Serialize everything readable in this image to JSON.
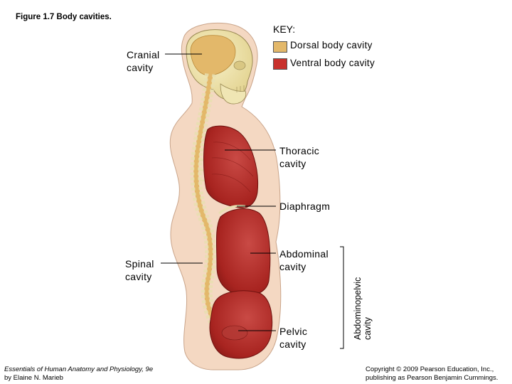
{
  "figure_title": "Figure 1.7 Body cavities.",
  "key": {
    "title": "KEY:",
    "items": [
      {
        "label": "Dorsal body cavity",
        "color": "#e3b86a"
      },
      {
        "label": "Ventral body cavity",
        "color": "#c8312c"
      }
    ]
  },
  "labels": {
    "cranial": [
      "Cranial",
      "cavity"
    ],
    "thoracic": [
      "Thoracic",
      "cavity"
    ],
    "diaphragm": "Diaphragm",
    "abdominal": [
      "Abdominal",
      "cavity"
    ],
    "spinal": [
      "Spinal",
      "cavity"
    ],
    "pelvic": [
      "Pelvic",
      "cavity"
    ],
    "abdominopelvic": [
      "Abdominopelvic",
      "cavity"
    ]
  },
  "credits": {
    "book_line1": "Essentials of Human Anatomy and Physiology, 9e",
    "book_line2": "by Elaine N. Marieb",
    "copyright_line1": "Copyright © 2009 Pearson Education, Inc.,",
    "copyright_line2": "publishing as Pearson Benjamin Cummings."
  }
}
